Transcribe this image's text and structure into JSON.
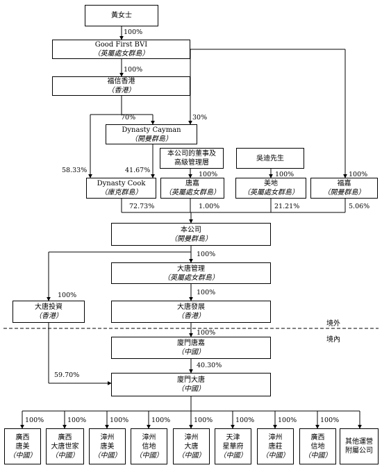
{
  "nodes": {
    "huang": {
      "name": "黃女士"
    },
    "good_first": {
      "name": "Good First BVI",
      "sub": "（英屬處女群島）"
    },
    "fuxin_hk": {
      "name": "福信香港",
      "sub": "（香港）"
    },
    "dynasty_cayman": {
      "name": "Dynasty Cayman",
      "sub": "（開曼群島）"
    },
    "dynasty_cook": {
      "name": "Dynasty Cook",
      "sub": "（庫克群島）"
    },
    "directors": {
      "line1": "本公司的董事及",
      "line2": "高級管理層"
    },
    "wu": {
      "name": "吳迪先生"
    },
    "tangjia": {
      "name": "唐嘉",
      "sub": "（英屬處女群島）"
    },
    "meidi": {
      "name": "美地",
      "sub": "（英屬處女群島）"
    },
    "fujia": {
      "name": "福嘉",
      "sub": "（開曼群島）"
    },
    "company": {
      "name": "本公司",
      "sub": "（開曼群島）"
    },
    "datang_mgmt": {
      "name": "大唐管理",
      "sub": "（英屬處女群島）"
    },
    "datang_dev": {
      "name": "大唐發展",
      "sub": "（香港）"
    },
    "datang_inv": {
      "name": "大唐投資",
      "sub": "（香港）"
    },
    "xiamen_tangjia": {
      "name": "廈門唐嘉",
      "sub": "（中國）"
    },
    "xiamen_datang": {
      "name": "廈門大唐",
      "sub": "（中國）"
    }
  },
  "subsidiaries": [
    {
      "line1": "廣西",
      "line2": "唐美",
      "sub": "（中國）"
    },
    {
      "line1": "廣西",
      "line2": "大唐世家",
      "sub": "（中國）"
    },
    {
      "line1": "漳州",
      "line2": "唐美",
      "sub": "（中國）"
    },
    {
      "line1": "漳州",
      "line2": "信地",
      "sub": "（中國）"
    },
    {
      "line1": "漳州",
      "line2": "大唐",
      "sub": "（中國）"
    },
    {
      "line1": "天津",
      "line2": "星華府",
      "sub": "（中國）"
    },
    {
      "line1": "漳州",
      "line2": "唐莊",
      "sub": "（中國）"
    },
    {
      "line1": "廣西",
      "line2": "信地",
      "sub": "（中國）"
    },
    {
      "line1": "其他運營",
      "line2": "附屬公司",
      "sub": ""
    }
  ],
  "percentages": {
    "huang_goodfirst": "100%",
    "goodfirst_fuxin": "100%",
    "fuxin_cayman": "70%",
    "goodfirst_cayman": "30%",
    "fuxin_cook": "58.33%",
    "cayman_cook": "41.67%",
    "directors_tangjia": "100%",
    "wu_meidi": "100%",
    "goodfirst_fujia": "100%",
    "cook_company": "72.73%",
    "tangjia_company": "1.00%",
    "meidi_company": "21.21%",
    "fujia_company": "5.06%",
    "company_mgmt": "100%",
    "mgmt_dev": "100%",
    "company_inv": "100%",
    "dev_xiamen_tangjia": "100%",
    "tangjia_datang": "40.30%",
    "inv_datang": "59.70%",
    "subs": [
      "100%",
      "100%",
      "100%",
      "100%",
      "100%",
      "100%",
      "100%",
      "100%"
    ]
  },
  "zones": {
    "offshore": "境外",
    "onshore": "境內"
  }
}
